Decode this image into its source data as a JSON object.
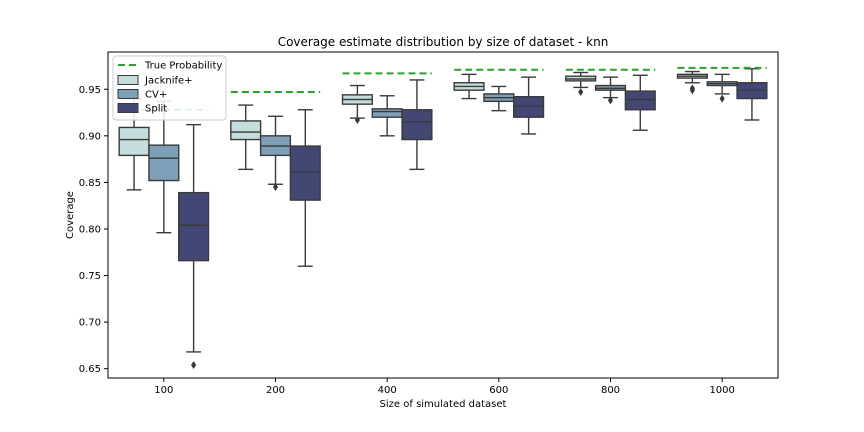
{
  "chart_data": {
    "type": "box",
    "title": "Coverage estimate distribution by size of dataset - knn",
    "xlabel": "Size of simulated dataset",
    "ylabel": "Coverage",
    "categories": [
      "100",
      "200",
      "400",
      "600",
      "800",
      "1000"
    ],
    "ylim": [
      0.64,
      0.99
    ],
    "yticks": [
      0.65,
      0.7,
      0.75,
      0.8,
      0.85,
      0.9,
      0.95
    ],
    "ytick_labels": [
      "0.65",
      "0.70",
      "0.75",
      "0.80",
      "0.85",
      "0.90",
      "0.95"
    ],
    "grid": false,
    "legend_position": "top-left",
    "true_probability": {
      "name": "True Probability",
      "color": "#2ca02c",
      "values": [
        0.928,
        0.947,
        0.967,
        0.971,
        0.971,
        0.973
      ]
    },
    "series": [
      {
        "name": "Jacknife+",
        "color": "#c4dedd",
        "boxes": [
          {
            "min": 0.842,
            "q1": 0.879,
            "median": 0.896,
            "q3": 0.909,
            "max": 0.94,
            "outliers": []
          },
          {
            "min": 0.864,
            "q1": 0.896,
            "median": 0.904,
            "q3": 0.916,
            "max": 0.933,
            "outliers": []
          },
          {
            "min": 0.919,
            "q1": 0.934,
            "median": 0.939,
            "q3": 0.944,
            "max": 0.954,
            "outliers": [
              0.917
            ]
          },
          {
            "min": 0.94,
            "q1": 0.949,
            "median": 0.953,
            "q3": 0.957,
            "max": 0.966,
            "outliers": []
          },
          {
            "min": 0.952,
            "q1": 0.959,
            "median": 0.961,
            "q3": 0.964,
            "max": 0.968,
            "outliers": [
              0.947
            ]
          },
          {
            "min": 0.957,
            "q1": 0.962,
            "median": 0.964,
            "q3": 0.966,
            "max": 0.969,
            "outliers": [
              0.951,
              0.949
            ]
          }
        ]
      },
      {
        "name": "CV+",
        "color": "#7e9fb8",
        "boxes": [
          {
            "min": 0.796,
            "q1": 0.852,
            "median": 0.876,
            "q3": 0.89,
            "max": 0.937,
            "outliers": []
          },
          {
            "min": 0.848,
            "q1": 0.879,
            "median": 0.889,
            "q3": 0.9,
            "max": 0.921,
            "outliers": [
              0.845
            ]
          },
          {
            "min": 0.9,
            "q1": 0.92,
            "median": 0.926,
            "q3": 0.929,
            "max": 0.943,
            "outliers": []
          },
          {
            "min": 0.927,
            "q1": 0.937,
            "median": 0.941,
            "q3": 0.945,
            "max": 0.953,
            "outliers": []
          },
          {
            "min": 0.941,
            "q1": 0.949,
            "median": 0.951,
            "q3": 0.954,
            "max": 0.963,
            "outliers": [
              0.938
            ]
          },
          {
            "min": 0.945,
            "q1": 0.954,
            "median": 0.956,
            "q3": 0.958,
            "max": 0.966,
            "outliers": [
              0.94
            ]
          }
        ]
      },
      {
        "name": "Split",
        "color": "#434774",
        "boxes": [
          {
            "min": 0.668,
            "q1": 0.766,
            "median": 0.804,
            "q3": 0.839,
            "max": 0.912,
            "outliers": [
              0.654
            ]
          },
          {
            "min": 0.76,
            "q1": 0.831,
            "median": 0.861,
            "q3": 0.889,
            "max": 0.928,
            "outliers": []
          },
          {
            "min": 0.864,
            "q1": 0.896,
            "median": 0.915,
            "q3": 0.928,
            "max": 0.96,
            "outliers": []
          },
          {
            "min": 0.902,
            "q1": 0.92,
            "median": 0.932,
            "q3": 0.942,
            "max": 0.963,
            "outliers": []
          },
          {
            "min": 0.906,
            "q1": 0.928,
            "median": 0.939,
            "q3": 0.948,
            "max": 0.965,
            "outliers": []
          },
          {
            "min": 0.917,
            "q1": 0.94,
            "median": 0.949,
            "q3": 0.957,
            "max": 0.972,
            "outliers": []
          }
        ]
      }
    ]
  }
}
